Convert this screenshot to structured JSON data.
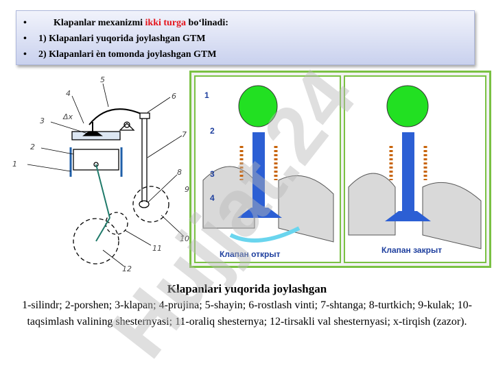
{
  "bullets": {
    "line1": {
      "prefix": "Klapanlar mexanizmi ",
      "highlight": "ikki turga",
      "suffix": " bo‘linadi:"
    },
    "line2": "1) Klapanlari yuqorida joylashgan GTM",
    "line3": "2) Klapanlari èn tomonda joylashgan GTM",
    "highlight_color": "#e4141b"
  },
  "mechanism_figure": {
    "labels": [
      "1",
      "2",
      "3",
      "4",
      "5",
      "6",
      "7",
      "8",
      "9",
      "10",
      "11",
      "12"
    ],
    "gap_label": "Δx"
  },
  "valve_figure": {
    "left_panel": {
      "caption": "Клапан открыт",
      "numbers": [
        "1",
        "2",
        "3",
        "4"
      ]
    },
    "right_panel": {
      "caption": "Клапан закрыт"
    },
    "border_color": "#7ac143"
  },
  "watermark": "Hujjat.24",
  "caption": {
    "title": "Klapanlari yuqorida joylashgan",
    "body": "1-silindr; 2-porshen; 3-klapan; 4-prujina; 5-shayin; 6-rostlash vinti; 7-shtanga; 8-turtkich; 9-kulak; 10-taqsimlash valining shesternyasi; 11-oraliq shesternya; 12-tirsakli val shesternyasi; x-tirqish (zazor)."
  }
}
